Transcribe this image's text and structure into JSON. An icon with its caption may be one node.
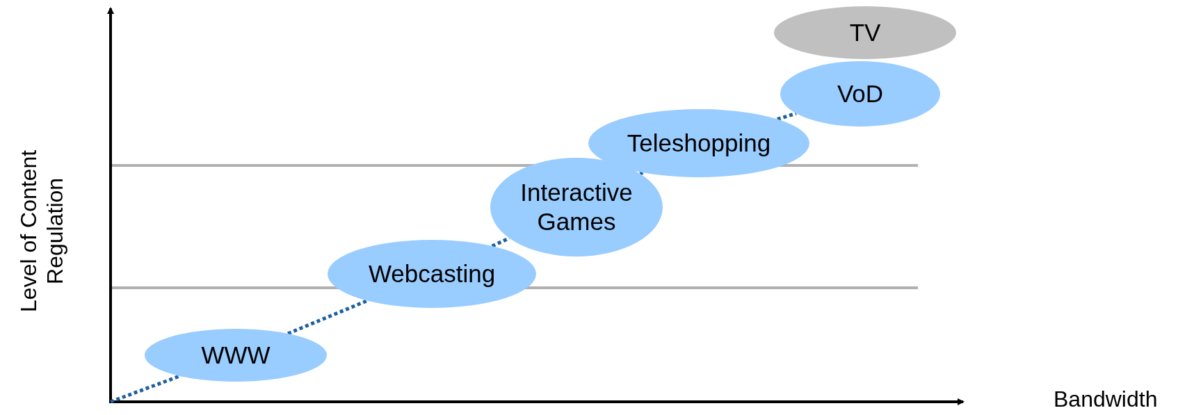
{
  "diagram": {
    "nodes": [
      {
        "text": [
          "WWW"
        ]
      },
      {
        "text": [
          "Webcasting"
        ]
      },
      {
        "text": [
          "Interactive Games"
        ]
      },
      {
        "text": [
          "Teleshopping"
        ]
      },
      {
        "text": [
          "VoD"
        ]
      },
      {
        "text": [
          "TV"
        ]
      }
    ],
    "edges": [
      {
        "from": null,
        "to": 0,
        "arrow": "none",
        "style": "dashed"
      },
      {
        "from": 0,
        "to": 1,
        "arrow": "none",
        "style": "dashed"
      },
      {
        "from": 1,
        "to": 2,
        "arrow": "none",
        "style": "dashed"
      },
      {
        "from": 2,
        "to": 3,
        "arrow": "none",
        "style": "dashed"
      },
      {
        "from": 3,
        "to": 4,
        "arrow": "none",
        "style": "dashed"
      }
    ],
    "labels": [
      "Level of Content Regulation",
      "Bandwidth"
    ]
  }
}
